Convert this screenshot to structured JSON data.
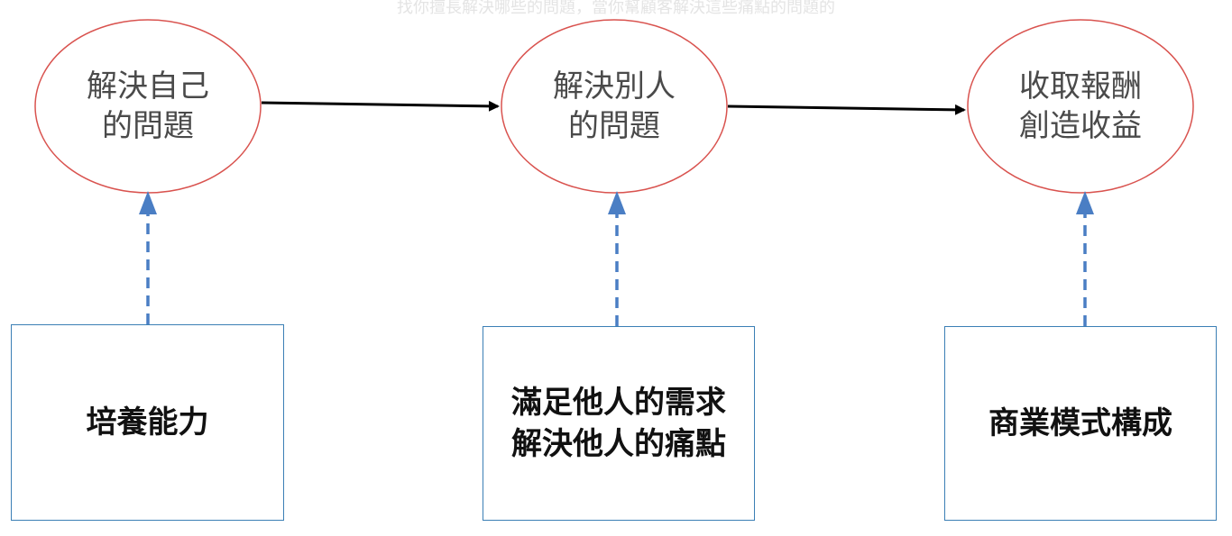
{
  "diagram": {
    "caption": "找你擅長解決哪些的問題，當你幫顧客解決這些痛點的問題的",
    "ellipses": [
      {
        "lines": [
          "解決自己",
          "的問題"
        ]
      },
      {
        "lines": [
          "解決別人",
          "的問題"
        ]
      },
      {
        "lines": [
          "收取報酬",
          "創造收益"
        ]
      }
    ],
    "boxes": [
      {
        "lines": [
          "培養能力"
        ]
      },
      {
        "lines": [
          "滿足他人的需求",
          "解決他人的痛點"
        ]
      },
      {
        "lines": [
          "商業模式構成"
        ]
      }
    ],
    "colors": {
      "ellipse_stroke": "#d9534f",
      "box_stroke": "#3b7fb5",
      "solid_arrow": "#000000",
      "dashed_arrow": "#4a7ec4"
    }
  }
}
